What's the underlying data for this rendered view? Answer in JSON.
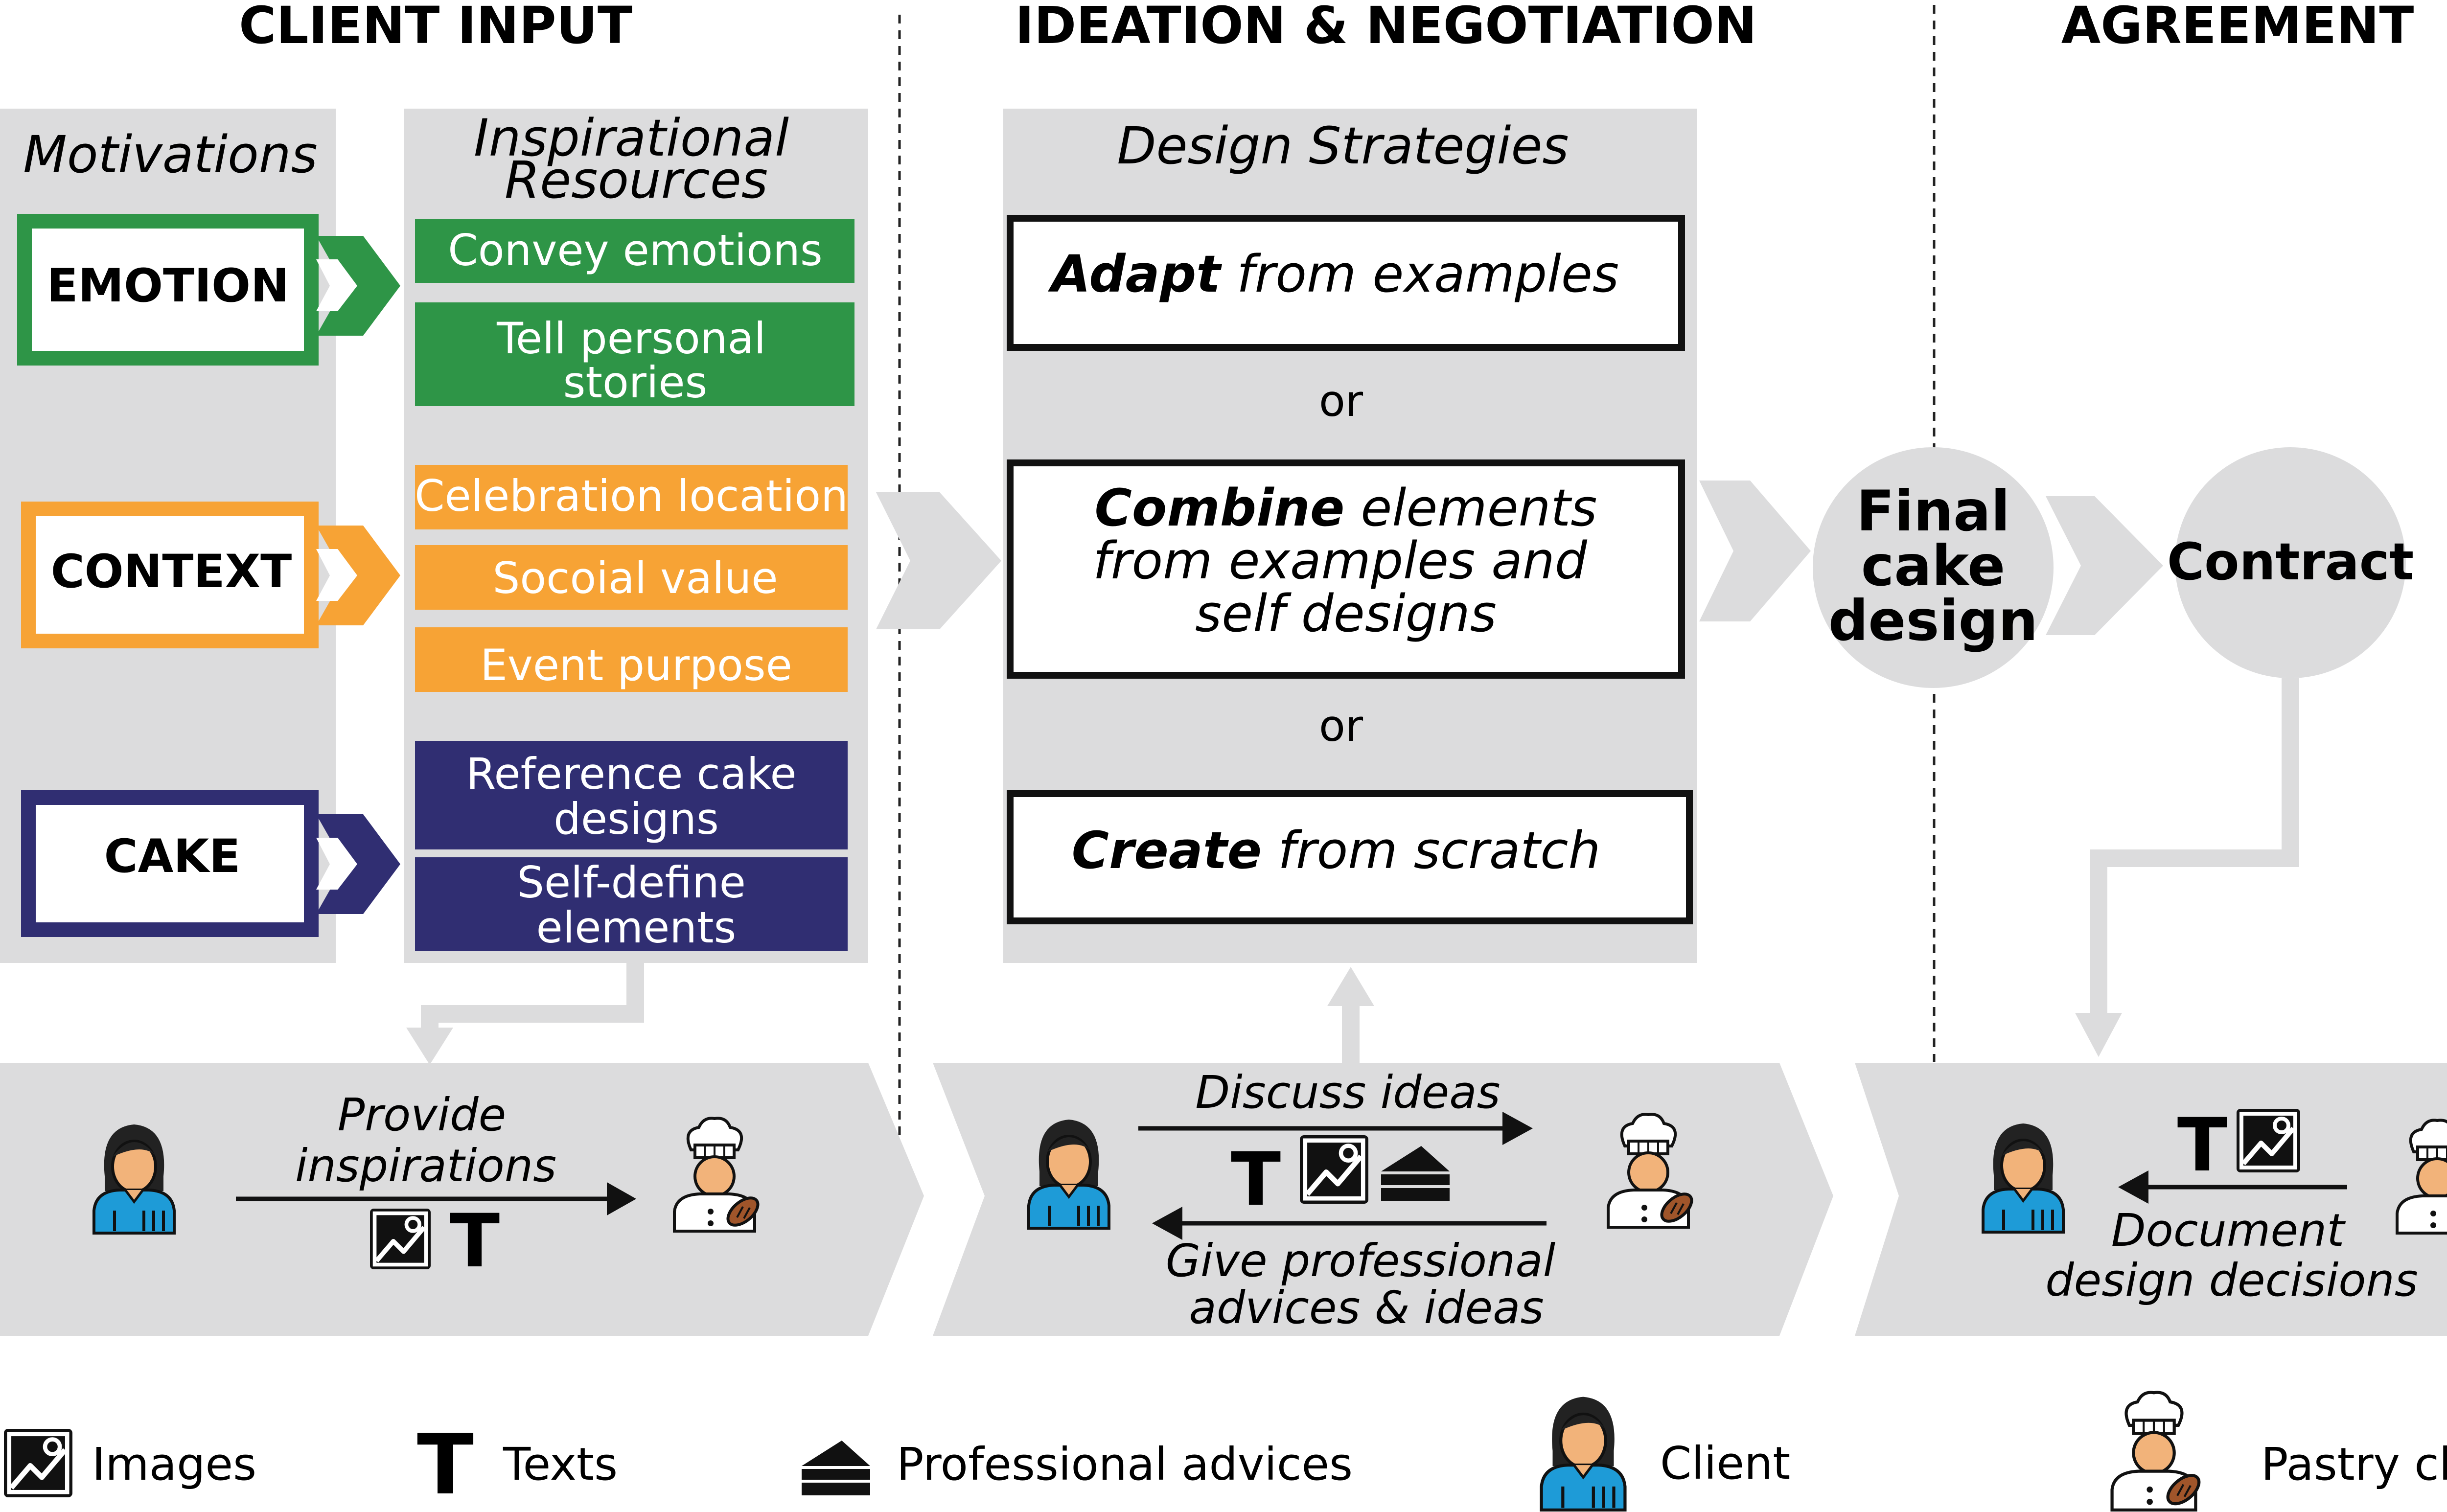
{
  "sections": {
    "client_input": "CLIENT INPUT",
    "ideation": "IDEATION & NEGOTIATION",
    "agreement": "AGREEMENT"
  },
  "motivations": {
    "title": "Motivations",
    "items": [
      "EMOTION",
      "CONTEXT",
      "CAKE"
    ]
  },
  "resources": {
    "title_line1": "Inspirational",
    "title_line2": "Resources",
    "emotion": [
      "Convey emotions",
      "Tell personal",
      "stories"
    ],
    "context": [
      "Celebration location",
      "Socoial value",
      "Event purpose"
    ],
    "cake": [
      "Reference cake",
      "designs",
      "Self-define",
      "elements"
    ]
  },
  "strategies": {
    "title": "Design Strategies",
    "adapt_bold": "Adapt",
    "adapt_rest": " from examples",
    "or1": "or",
    "combine_bold": "Combine",
    "combine_rest": " elements",
    "combine_line2": "from examples and",
    "combine_line3": "self designs",
    "or2": "or",
    "create_bold": "Create",
    "create_rest": " from scratch"
  },
  "final": {
    "line1": "Final",
    "line2": "cake",
    "line3": "design"
  },
  "contract": "Contract",
  "flows": {
    "provide_line1": "Provide",
    "provide_line2": "inspirations",
    "discuss": "Discuss ideas",
    "give_line1": "Give professional",
    "give_line2": "advices & ideas",
    "document_line1": "Document",
    "document_line2": "design decisions"
  },
  "legend": {
    "images": "Images",
    "texts": "Texts",
    "advices": "Professional advices",
    "client": "Client",
    "chef": "Pastry chef"
  },
  "glyphs": {
    "text_icon": "T"
  },
  "colors": {
    "green": "#2e9547",
    "orange": "#f7a335",
    "navy": "#302e72",
    "gray": "#dcdcdd",
    "client_blue": "#1e9bd7",
    "skin": "#f2b37a"
  }
}
